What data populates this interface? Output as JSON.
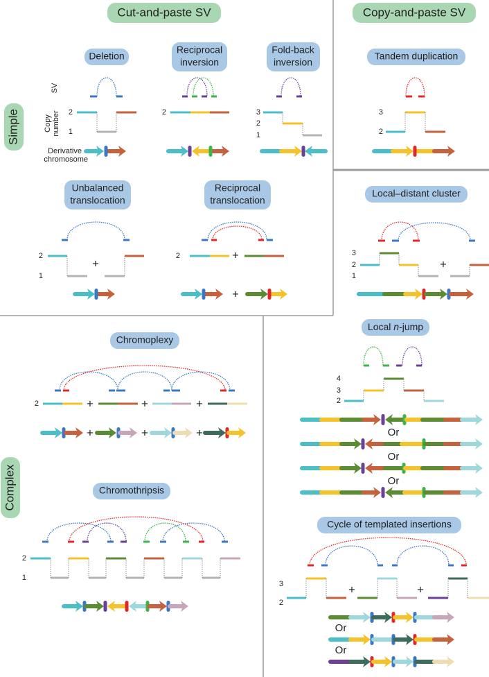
{
  "headers": {
    "cut_paste": "Cut-and-paste SV",
    "copy_paste": "Copy-and-paste SV"
  },
  "categories": {
    "simple": "Simple",
    "complex": "Complex"
  },
  "row_labels": {
    "sv": "SV",
    "copy_number_1": "Copy",
    "copy_number_2": "number",
    "derivative_1": "Derivative",
    "derivative_2": "chromosome"
  },
  "panels": {
    "deletion": "Deletion",
    "reciprocal_inversion": [
      "Reciprocal",
      "inversion"
    ],
    "fold_back_inversion": [
      "Fold-back",
      "inversion"
    ],
    "tandem_duplication": "Tandem duplication",
    "unbalanced_translocation": [
      "Unbalanced",
      "translocation"
    ],
    "reciprocal_translocation": [
      "Reciprocal",
      "translocation"
    ],
    "local_distant_cluster": "Local–distant cluster",
    "chromoplexy": "Chromoplexy",
    "chromothripsis": "Chromothripsis",
    "local_n_jump": {
      "pre": "Local ",
      "italic": "n",
      "post": "-jump"
    },
    "cycle_templated_insertions": "Cycle of templated insertions"
  },
  "copy_numbers": {
    "one": "1",
    "two": "2",
    "three": "3",
    "four": "4"
  },
  "symbols": {
    "plus": "+",
    "or": "Or"
  },
  "colors": {
    "header_pill": "#a9d6b3",
    "panel_pill": "#a8c8e6",
    "border": "#9b9b9b",
    "cyan": "#4bbfc8",
    "brick": "#c6613d",
    "yellow": "#f6c22a",
    "grey": "#b3b3b3",
    "blue": "#3b78c4",
    "purple": "#6b3f98",
    "green": "#3db54b",
    "red": "#e2272b",
    "dark_green": "#5b8b32",
    "light_cyan": "#9fd8dc",
    "mauve": "#c6a6b8",
    "dark_teal": "#3c6a5b",
    "tan": "#eedcb2"
  }
}
